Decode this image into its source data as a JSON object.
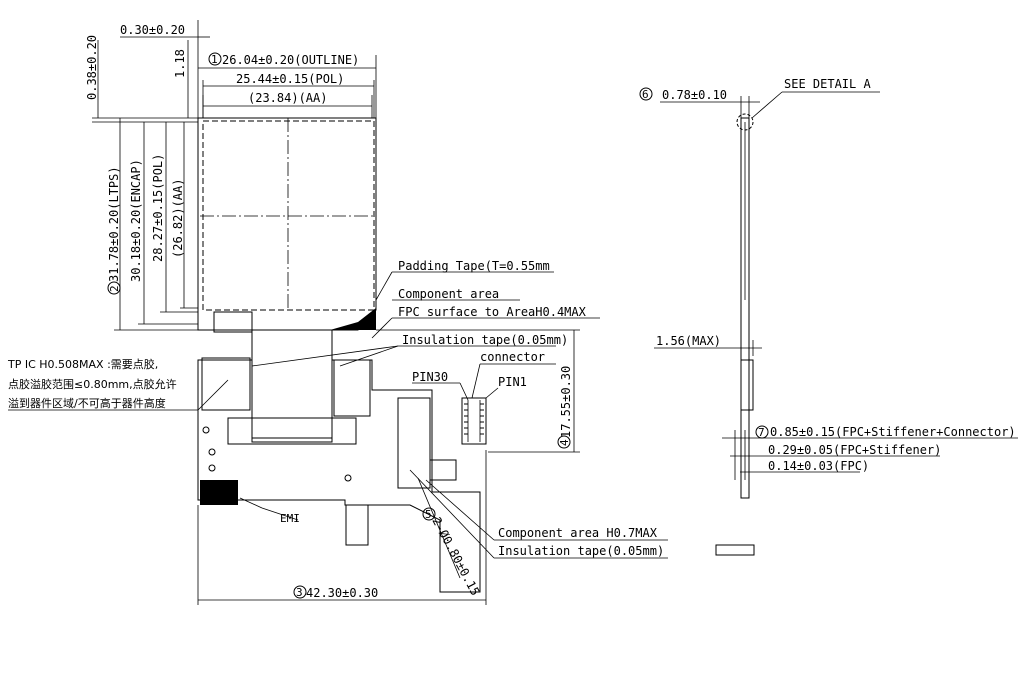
{
  "top_view": {
    "dim_offset_x": "0.30±0.20",
    "dim_outline_width": "26.04±0.20(OUTLINE)",
    "dim_pol_width": "25.44±0.15(POL)",
    "dim_aa_width": "(23.84)(AA)",
    "dim_offset_y": "0.38±0.20",
    "dim_1_18": "1.18",
    "dim_ltps_height": "31.78±0.20(LTPS)",
    "dim_encap_height": "30.18±0.20(ENCAP)",
    "dim_pol_height": "28.27±0.15(POL)",
    "dim_aa_height": "(26.82)(AA)",
    "dim_total_width": "42.30±0.30",
    "dim_fpc_height": "17.55±0.30",
    "dim_hole": "2-Ø0.80±0.15",
    "markers": {
      "m1": "1",
      "m2": "2",
      "m3": "3",
      "m4": "4",
      "m5": "5",
      "m6": "6",
      "m7": "7"
    }
  },
  "annotations": {
    "padding_tape": "Padding Tape(T=0.55mm",
    "component_area": "Component area",
    "fpc_surface": "FPC surface to AreaH0.4MAX",
    "insulation_tape_top": "Insulation tape(0.05mm)",
    "connector": "connector",
    "pin30": "PIN30",
    "pin1": "PIN1",
    "tp_ic_line1": "TP IC H0.508MAX :需要点胶,",
    "tp_ic_line2": "点胶溢胶范围≤0.80mm,点胶允许",
    "tp_ic_line3": "溢到器件区域/不可高于器件高度",
    "emi": "EMI",
    "component_area_h07": "Component area H0.7MAX",
    "insulation_tape_bottom": "Insulation tape(0.05mm)"
  },
  "side_view": {
    "see_detail": "SEE DETAIL A",
    "dim_thickness": "0.78±0.10",
    "dim_max": "1.56(MAX)",
    "dim_fpc_stiff_conn": "0.85±0.15(FPC+Stiffener+Connector)",
    "dim_fpc_stiff": "0.29±0.05(FPC+Stiffener)",
    "dim_fpc": "0.14±0.03(FPC)"
  }
}
